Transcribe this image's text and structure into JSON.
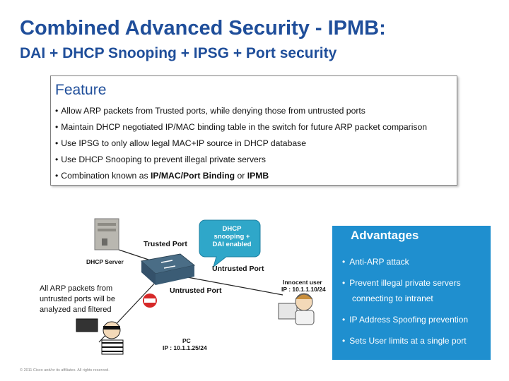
{
  "header": {
    "title": "Combined Advanced Security - IPMB:",
    "subtitle": "DAI + DHCP Snooping + IPSG + Port security"
  },
  "feature": {
    "heading": "Feature",
    "bullets": [
      "Allow ARP packets from Trusted ports, while denying those from untrusted ports",
      "Maintain DHCP negotiated IP/MAC binding table in the switch for future ARP packet comparison",
      "Use IPSG to only allow legal MAC+IP source in DHCP database",
      "Use DHCP Snooping to prevent illegal private servers"
    ],
    "last_bullet": {
      "prefix": "Combination known as ",
      "bold1": "IP/MAC/Port Binding",
      "middle": " or ",
      "bold2": "IPMB"
    }
  },
  "diagram": {
    "dhcp_server": "DHCP Server",
    "trusted_port": "Trusted Port",
    "untrusted_port_1": "Untrusted Port",
    "untrusted_port_2": "Untrusted Port",
    "bubble_line1": "DHCP",
    "bubble_line2": "snooping +",
    "bubble_line3": "DAI enabled",
    "innocent_user": "Innocent user",
    "innocent_ip": "IP : 10.1.1.10/24",
    "hacker_pc": "PC",
    "hacker_ip": "IP : 10.1.1.25/24",
    "note": "All ARP packets from untrusted ports will be analyzed and filtered",
    "colors": {
      "bubble": "#2fa7c9",
      "no_sign": "#d62828"
    }
  },
  "advantages": {
    "heading": "Advantages",
    "items": [
      "Anti-ARP attack",
      "Prevent illegal private servers",
      "IP Address Spoofing prevention",
      "Sets User limits at a single port"
    ],
    "item2_continuation": "connecting to intranet",
    "color": "#1f8fcf"
  },
  "footer": {
    "copyright": "© 2011 Cisco and/or its affiliates. All rights reserved."
  }
}
